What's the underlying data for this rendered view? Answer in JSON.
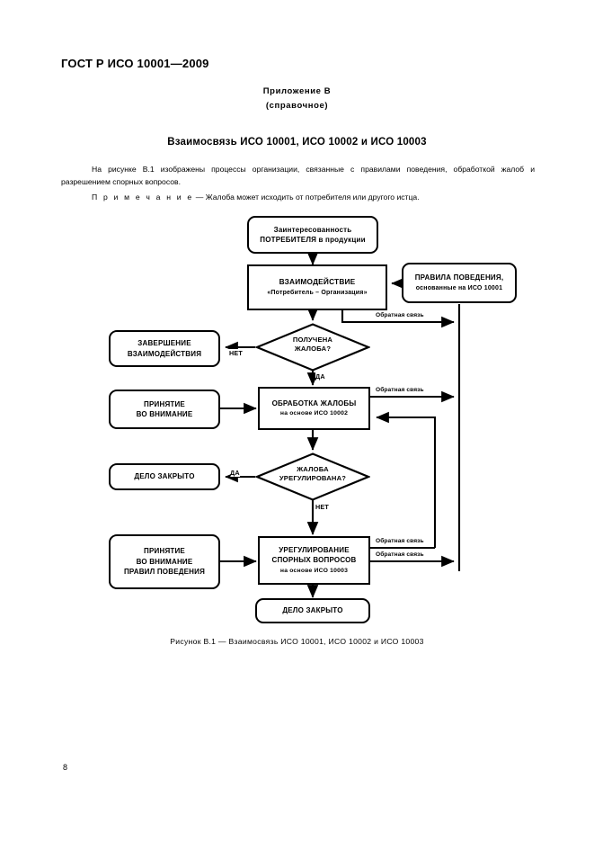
{
  "document": {
    "standard_header": "ГОСТ Р ИСО 10001—2009",
    "annex_title": "Приложение В",
    "annex_kind": "(справочное)",
    "section_title": "Взаимосвязь ИСО 10001, ИСО 10002 и ИСО 10003",
    "intro_paragraph": "На рисунке В.1 изображены процессы организации, связанные с правилами поведения, обработкой жалоб и разрешением спорных вопросов.",
    "note_lead": "П р и м е ч а н и е",
    "note_text": " — Жалоба может исходить от потребителя или другого истца.",
    "figure_caption": "Рисунок В.1 — Взаимосвязь ИСО 10001, ИСО 10002 и ИСО 10003",
    "page_number": "8"
  },
  "figure": {
    "nodes": {
      "customer_interest": {
        "line1": "Заинтересованность",
        "line2": "ПОТРЕБИТЕЛЯ в продукции"
      },
      "interaction": {
        "line1": "ВЗАИМОДЕЙСТВИЕ",
        "line2": "«Потребитель – Организация»"
      },
      "code_of_conduct": {
        "line1": "ПРАВИЛА ПОВЕДЕНИЯ,",
        "line2": "основанные на ИСО 10001"
      },
      "end_interaction": {
        "line1": "ЗАВЕРШЕНИЕ",
        "line2": "ВЗАИМОДЕЙСТВИЯ"
      },
      "take_into_account": {
        "line1": "ПРИНЯТИЕ",
        "line2": "ВО ВНИМАНИЕ"
      },
      "complaint_handling": {
        "line1": "ОБРАБОТКА ЖАЛОБЫ",
        "line2": "на основе ИСО 10002"
      },
      "case_closed_1": {
        "line1": "ДЕЛО ЗАКРЫТО"
      },
      "take_into_account_rules": {
        "line1": "ПРИНЯТИЕ",
        "line2": "ВО ВНИМАНИЕ",
        "line3": "ПРАВИЛ ПОВЕДЕНИЯ"
      },
      "dispute_resolution": {
        "line1": "УРЕГУЛИРОВАНИЕ",
        "line2": "СПОРНЫХ ВОПРОСОВ",
        "line3": "на основе ИСО 10003"
      },
      "case_closed_2": {
        "line1": "ДЕЛО ЗАКРЫТО"
      }
    },
    "decisions": {
      "complaint_received": {
        "line1": "ПОЛУЧЕНА",
        "line2": "ЖАЛОБА?"
      },
      "complaint_settled": {
        "line1": "ЖАЛОБА",
        "line2": "УРЕГУЛИРОВАНА?"
      }
    },
    "edge_labels": {
      "no_1": "НЕТ",
      "yes_1": "ДА",
      "yes_2": "ДА",
      "no_2": "НЕТ"
    },
    "feedback_labels": [
      "Обратная связь",
      "Обратная связь",
      "Обратная связь",
      "Обратная связь"
    ]
  },
  "style": {
    "ink": "#000000",
    "paper": "#ffffff"
  }
}
